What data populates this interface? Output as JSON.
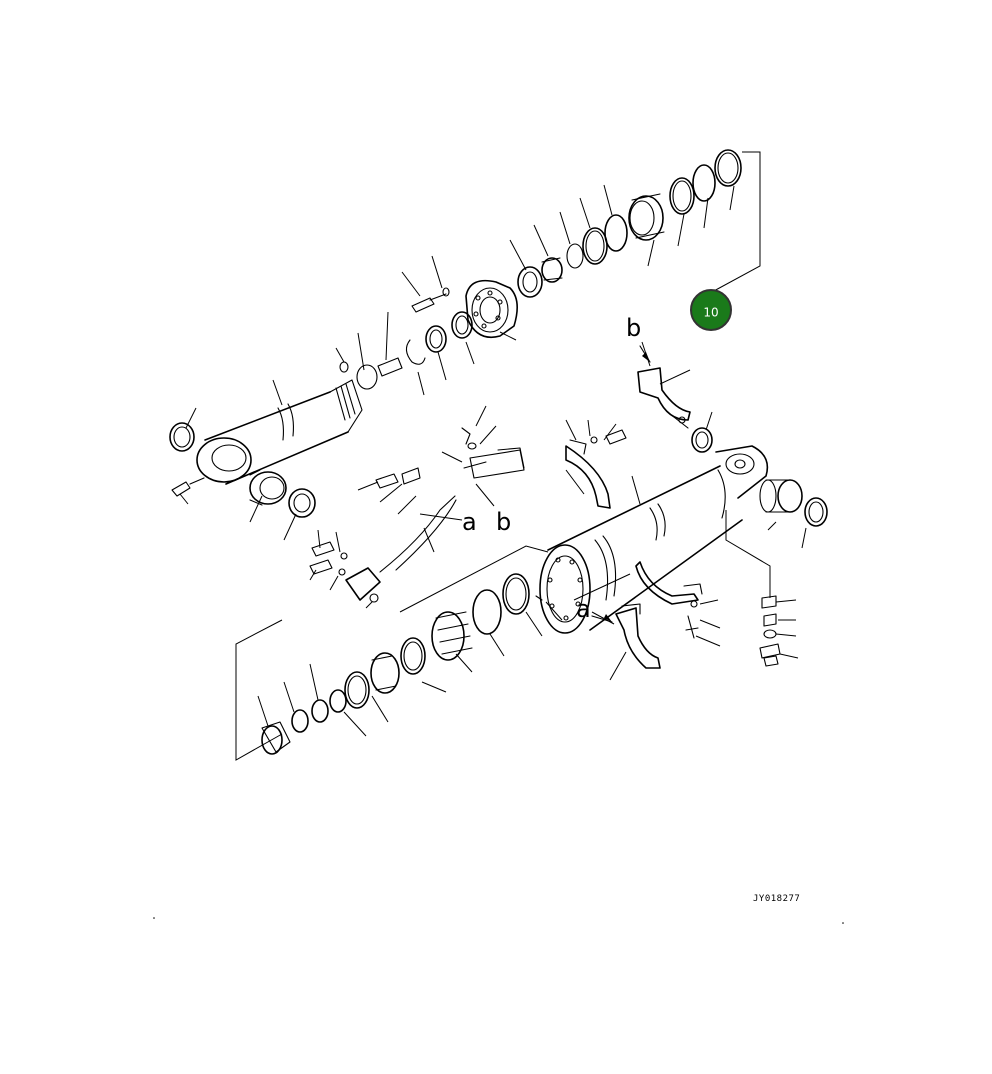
{
  "diagram": {
    "callouts": {
      "a": "a",
      "b": "b"
    },
    "badge": {
      "label": "10",
      "color": "#1a7a1a"
    },
    "drawing_code": "JY018277"
  }
}
